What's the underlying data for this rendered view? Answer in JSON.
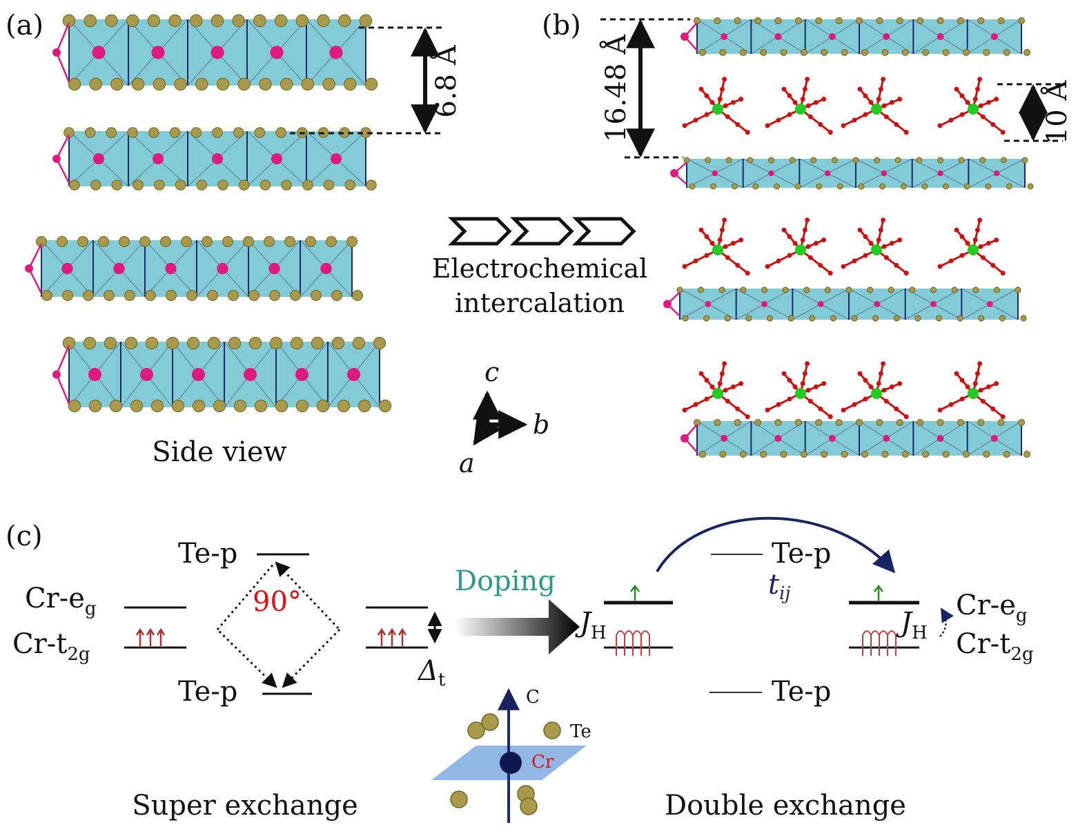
{
  "panels": {
    "a": {
      "label": "(a)",
      "spacing": "6.8 Å",
      "caption": "Side view"
    },
    "b": {
      "label": "(b)",
      "spacing_total": "16.48 Å",
      "spacing_inter": "10 Å"
    },
    "process": {
      "line1": "Electrochemical",
      "line2": "intercalation"
    },
    "axes": {
      "c": "c",
      "b": "b",
      "a": "a"
    },
    "c": {
      "label": "(c)",
      "left_title": "Super exchange",
      "right_title": "Double exchange",
      "te_p": "Te-p",
      "cr_eg": "Cr-e",
      "cr_eg_sub": "g",
      "cr_t2g": "Cr-t",
      "cr_t2g_sub": "2g",
      "angle": "90°",
      "delta": "Δ",
      "delta_sub": "t",
      "doping": "Doping",
      "jh": "J",
      "jh_sub": "H",
      "tij": "t",
      "tij_sub": "ij",
      "inset": {
        "axis": "C",
        "te": "Te",
        "cr": "Cr"
      }
    }
  },
  "colors": {
    "layer": "#58b9c9",
    "te_atom": "#a89a4a",
    "cr_atom": "#e0197f",
    "bond": "#1a2a6a",
    "molecule": "#cc1111",
    "li_atom": "#22cc22",
    "doping": "#2a9a8a",
    "tij": "#1a2460",
    "angle": "#e01010",
    "spin_arrow": "#b03030"
  }
}
